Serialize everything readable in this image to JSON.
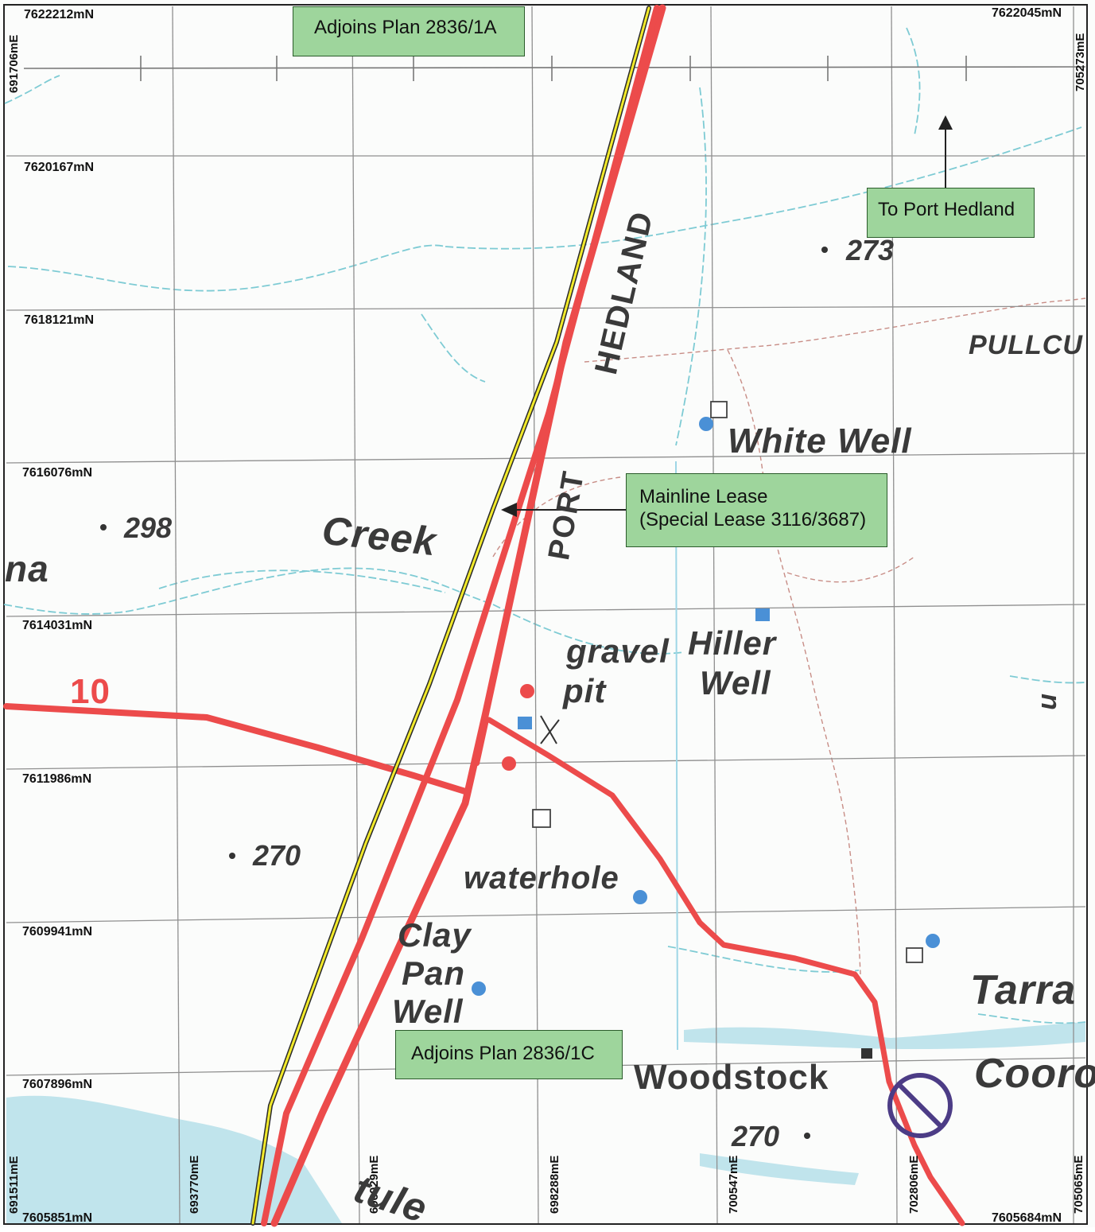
{
  "northing_labels": [
    "7622212mN",
    "7620167mN",
    "7618121mN",
    "7616076mN",
    "7614031mN",
    "7611986mN",
    "7609941mN",
    "7607896mN",
    "7605851mN"
  ],
  "northing_labels_right": [
    "7622045mN",
    "7605684mN"
  ],
  "easting_labels_bottom": [
    "691511mE",
    "693770mE",
    "696029mE",
    "698288mE",
    "700547mE",
    "702806mE",
    "705065mE"
  ],
  "easting_labels_side": {
    "top_left": "691706mE",
    "top_right": "705273mE"
  },
  "callouts": {
    "adjoins_1a": "Adjoins Plan 2836/1A",
    "adjoins_1c": "Adjoins Plan 2836/1C",
    "to_port_hedland": "To Port Hedland",
    "mainline_lease_line1": "Mainline Lease",
    "mainline_lease_line2": "(Special Lease 3116/3687)"
  },
  "place_names": {
    "hedland": "HEDLAND",
    "port": "PORT",
    "pullcu": "PULLCU",
    "white_well": "White Well",
    "creek": "Creek",
    "na": "na",
    "gravel": "gravel",
    "pit": "pit",
    "hiller": "Hiller",
    "hiller_well": "Well",
    "waterhole": "waterhole",
    "clay": "Clay",
    "pan": "Pan",
    "clay_pan_well": "Well",
    "tarra": "Tarra",
    "woodstock": "Woodstock",
    "cooro": "Cooro",
    "tule": "tule",
    "route_number": "10",
    "edge_fragment": "n"
  },
  "spot_heights": {
    "h273": "273",
    "h298": "298",
    "h270_west": "270",
    "h270_south": "270"
  },
  "colors": {
    "road": "#ec4b4b",
    "railway": "#f2ea2a",
    "railway_edge": "#2a2a2a",
    "water": "#4a90d6",
    "creek": "#7ecbd4",
    "grid": "#8f8f8f",
    "callout_fill": "#9ed59c",
    "callout_border": "#2b5c2b",
    "no_entry_sign": "#4c3c86"
  }
}
